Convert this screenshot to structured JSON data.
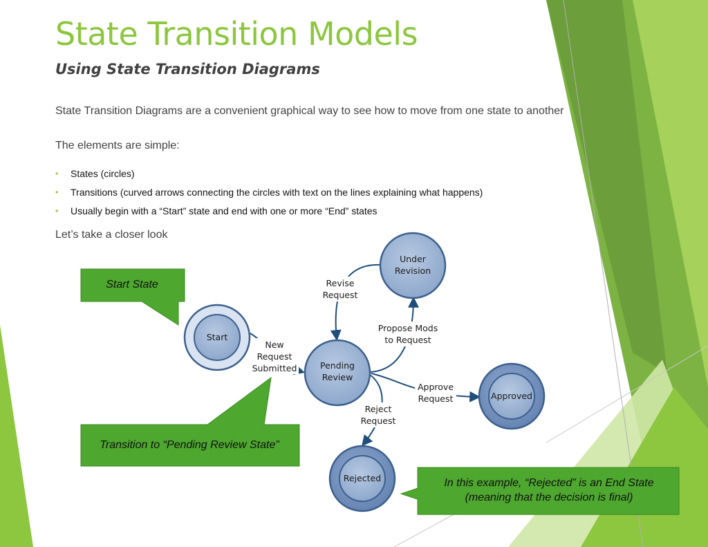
{
  "slide": {
    "title": "State Transition Models",
    "subtitle": "Using State Transition Diagrams",
    "intro": "State Transition Diagrams are a convenient graphical way to see how to move from one state to another",
    "elements_heading": "The elements are simple:",
    "bullets": [
      "States  (circles)",
      "Transitions (curved arrows connecting the circles with text on the lines explaining what happens)",
      "Usually begin with a “Start” state and end with one or more “End” states"
    ],
    "closer_look": "Let’s take a closer look"
  },
  "diagram": {
    "states": {
      "start": "Start",
      "pending_line1": "Pending",
      "pending_line2": "Review",
      "under_line1": "Under",
      "under_line2": "Revision",
      "approved": "Approved",
      "rejected": "Rejected"
    },
    "transitions": {
      "new_request_line1": "New",
      "new_request_line2": "Request",
      "new_request_line3": "Submitted",
      "revise_line1": "Revise",
      "revise_line2": "Request",
      "propose_line1": "Propose Mods",
      "propose_line2": "to Request",
      "approve_line1": "Approve",
      "approve_line2": "Request",
      "reject_line1": "Reject",
      "reject_line2": "Request"
    },
    "callouts": {
      "start_state": "Start State",
      "transition": "Transition to “Pending Review State”",
      "end_line1": "In this example, “Rejected” is an End State",
      "end_line2": "(meaning that the decision is final)"
    }
  },
  "colors": {
    "title_green": "#8cc63e",
    "callout_green": "#4ea72e",
    "state_fill": "#9db4d4",
    "state_stroke": "#3c5f8c",
    "arrow": "#1f4e79"
  }
}
